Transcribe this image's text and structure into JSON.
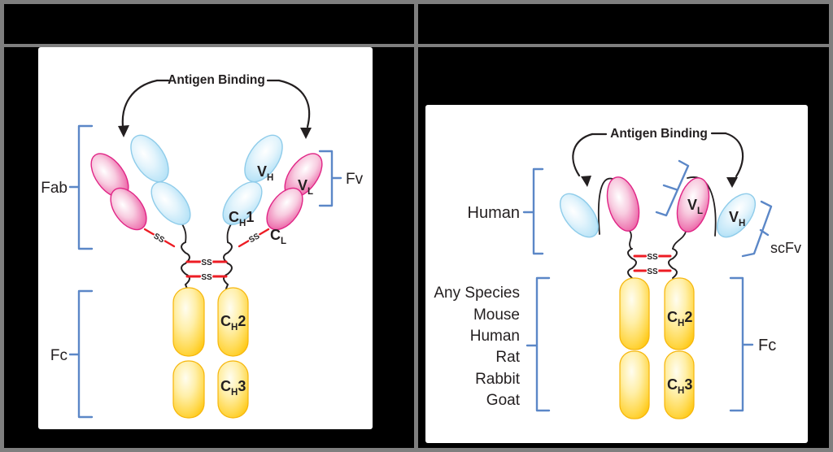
{
  "colors": {
    "frame_gray": "#7f7f7f",
    "panel_black": "#000000",
    "figure_white": "#ffffff",
    "pink_stroke": "#e02586",
    "blue_stroke": "#8fccea",
    "yellow_stroke": "#f6b60b",
    "bracket_blue": "#5b87c7",
    "bond_red": "#ed1c24",
    "ink": "#231f20"
  },
  "left_panel": {
    "antigen_binding": "Antigen Binding",
    "fab": "Fab",
    "fv": "Fv",
    "fc": "Fc",
    "ss": "SS",
    "domains": {
      "vh": {
        "pre": "V",
        "sub": "H",
        "post": ""
      },
      "vl": {
        "pre": "V",
        "sub": "L",
        "post": ""
      },
      "ch1": {
        "pre": "C",
        "sub": "H",
        "post": "1"
      },
      "cl": {
        "pre": "C",
        "sub": "L",
        "post": ""
      },
      "ch2": {
        "pre": "C",
        "sub": "H",
        "post": "2"
      },
      "ch3": {
        "pre": "C",
        "sub": "H",
        "post": "3"
      }
    }
  },
  "right_panel": {
    "antigen_binding": "Antigen Binding",
    "human": "Human",
    "scfv": "scFv",
    "fc": "Fc",
    "ss": "SS",
    "species": [
      "Any Species",
      "Mouse",
      "Human",
      "Rat",
      "Rabbit",
      "Goat"
    ],
    "domains": {
      "vl": {
        "pre": "V",
        "sub": "L",
        "post": ""
      },
      "vh": {
        "pre": "V",
        "sub": "H",
        "post": ""
      },
      "ch2": {
        "pre": "C",
        "sub": "H",
        "post": "2"
      },
      "ch3": {
        "pre": "C",
        "sub": "H",
        "post": "3"
      }
    }
  }
}
